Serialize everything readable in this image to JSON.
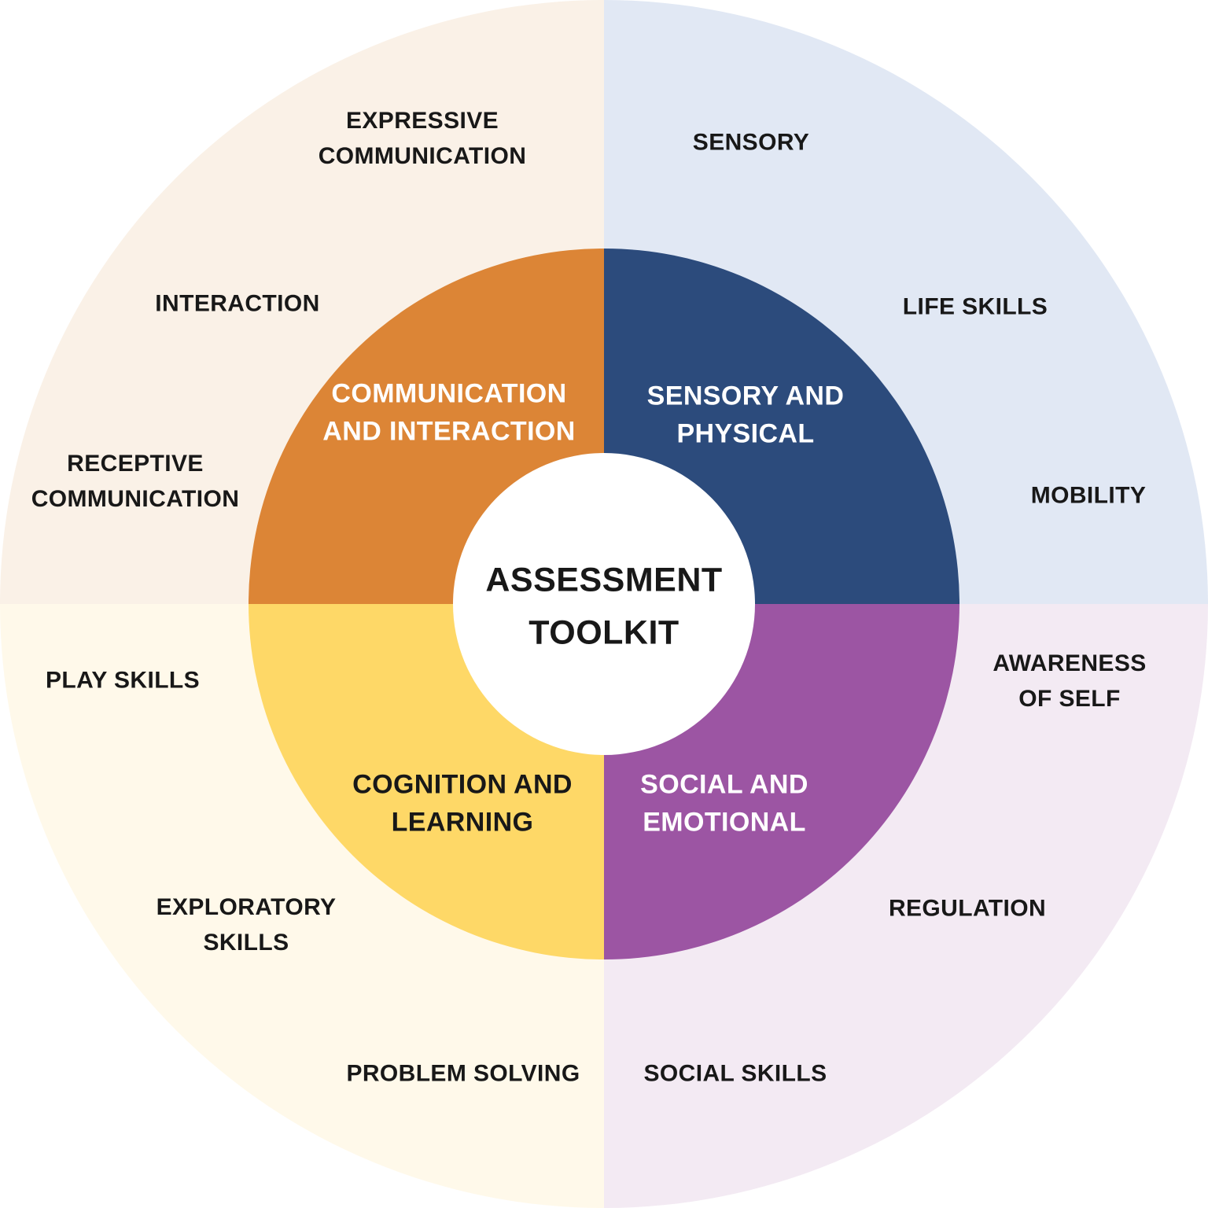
{
  "center": {
    "title": "ASSESSMENT\nTOOLKIT"
  },
  "palette": {
    "background": "#FFFFFF",
    "center_circle": "#FFFFFF",
    "text_dark": "#181818",
    "text_light": "#FFFFFF"
  },
  "quadrants": [
    {
      "name": "Communication and Interaction",
      "position": "top-left",
      "label": "COMMUNICATION\nAND INTERACTION",
      "color": "#DC8536",
      "pale_color": "#FAF1E7",
      "label_color": "#FFFFFF",
      "items": [
        {
          "label": "EXPRESSIVE\nCOMMUNICATION"
        },
        {
          "label": "INTERACTION"
        },
        {
          "label": "RECEPTIVE\nCOMMUNICATION"
        }
      ]
    },
    {
      "name": "Sensory and Physical",
      "position": "top-right",
      "label": "SENSORY AND\nPHYSICAL",
      "color": "#2C4B7C",
      "pale_color": "#E1E8F4",
      "label_color": "#FFFFFF",
      "items": [
        {
          "label": "SENSORY"
        },
        {
          "label": "LIFE SKILLS"
        },
        {
          "label": "MOBILITY"
        }
      ]
    },
    {
      "name": "Cognition and Learning",
      "position": "bottom-left",
      "label": "COGNITION AND\nLEARNING",
      "color": "#FED867",
      "pale_color": "#FFF9EA",
      "label_color": "#181818",
      "items": [
        {
          "label": "PLAY SKILLS"
        },
        {
          "label": "EXPLORATORY\nSKILLS"
        },
        {
          "label": "PROBLEM SOLVING"
        }
      ]
    },
    {
      "name": "Social and Emotional",
      "position": "bottom-right",
      "label": "SOCIAL AND\nEMOTIONAL",
      "color": "#9C55A3",
      "pale_color": "#F3EAF3",
      "label_color": "#FFFFFF",
      "items": [
        {
          "label": "AWARENESS\nOF SELF"
        },
        {
          "label": "REGULATION"
        },
        {
          "label": "SOCIAL SKILLS"
        }
      ]
    }
  ]
}
